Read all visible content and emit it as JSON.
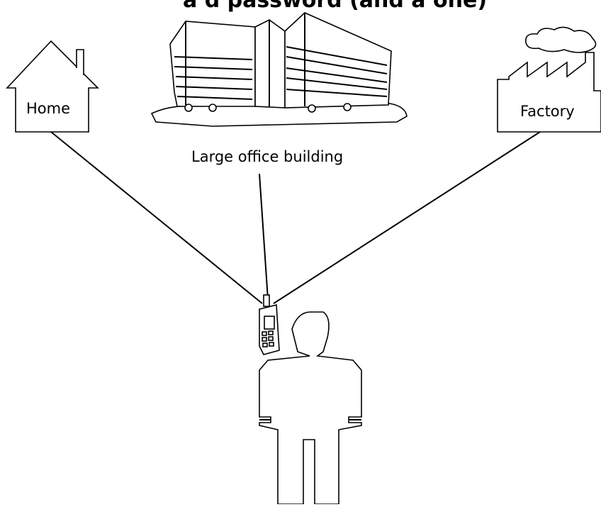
{
  "title": "a  d password (and  a  one)",
  "labels": {
    "home": "Home",
    "office": "Large office building",
    "factory": "Factory"
  },
  "icons": {
    "house": "house-icon",
    "office": "office-building-icon",
    "factory": "factory-icon",
    "phone": "mobile-phone-icon",
    "person": "person-silhouette-icon"
  }
}
